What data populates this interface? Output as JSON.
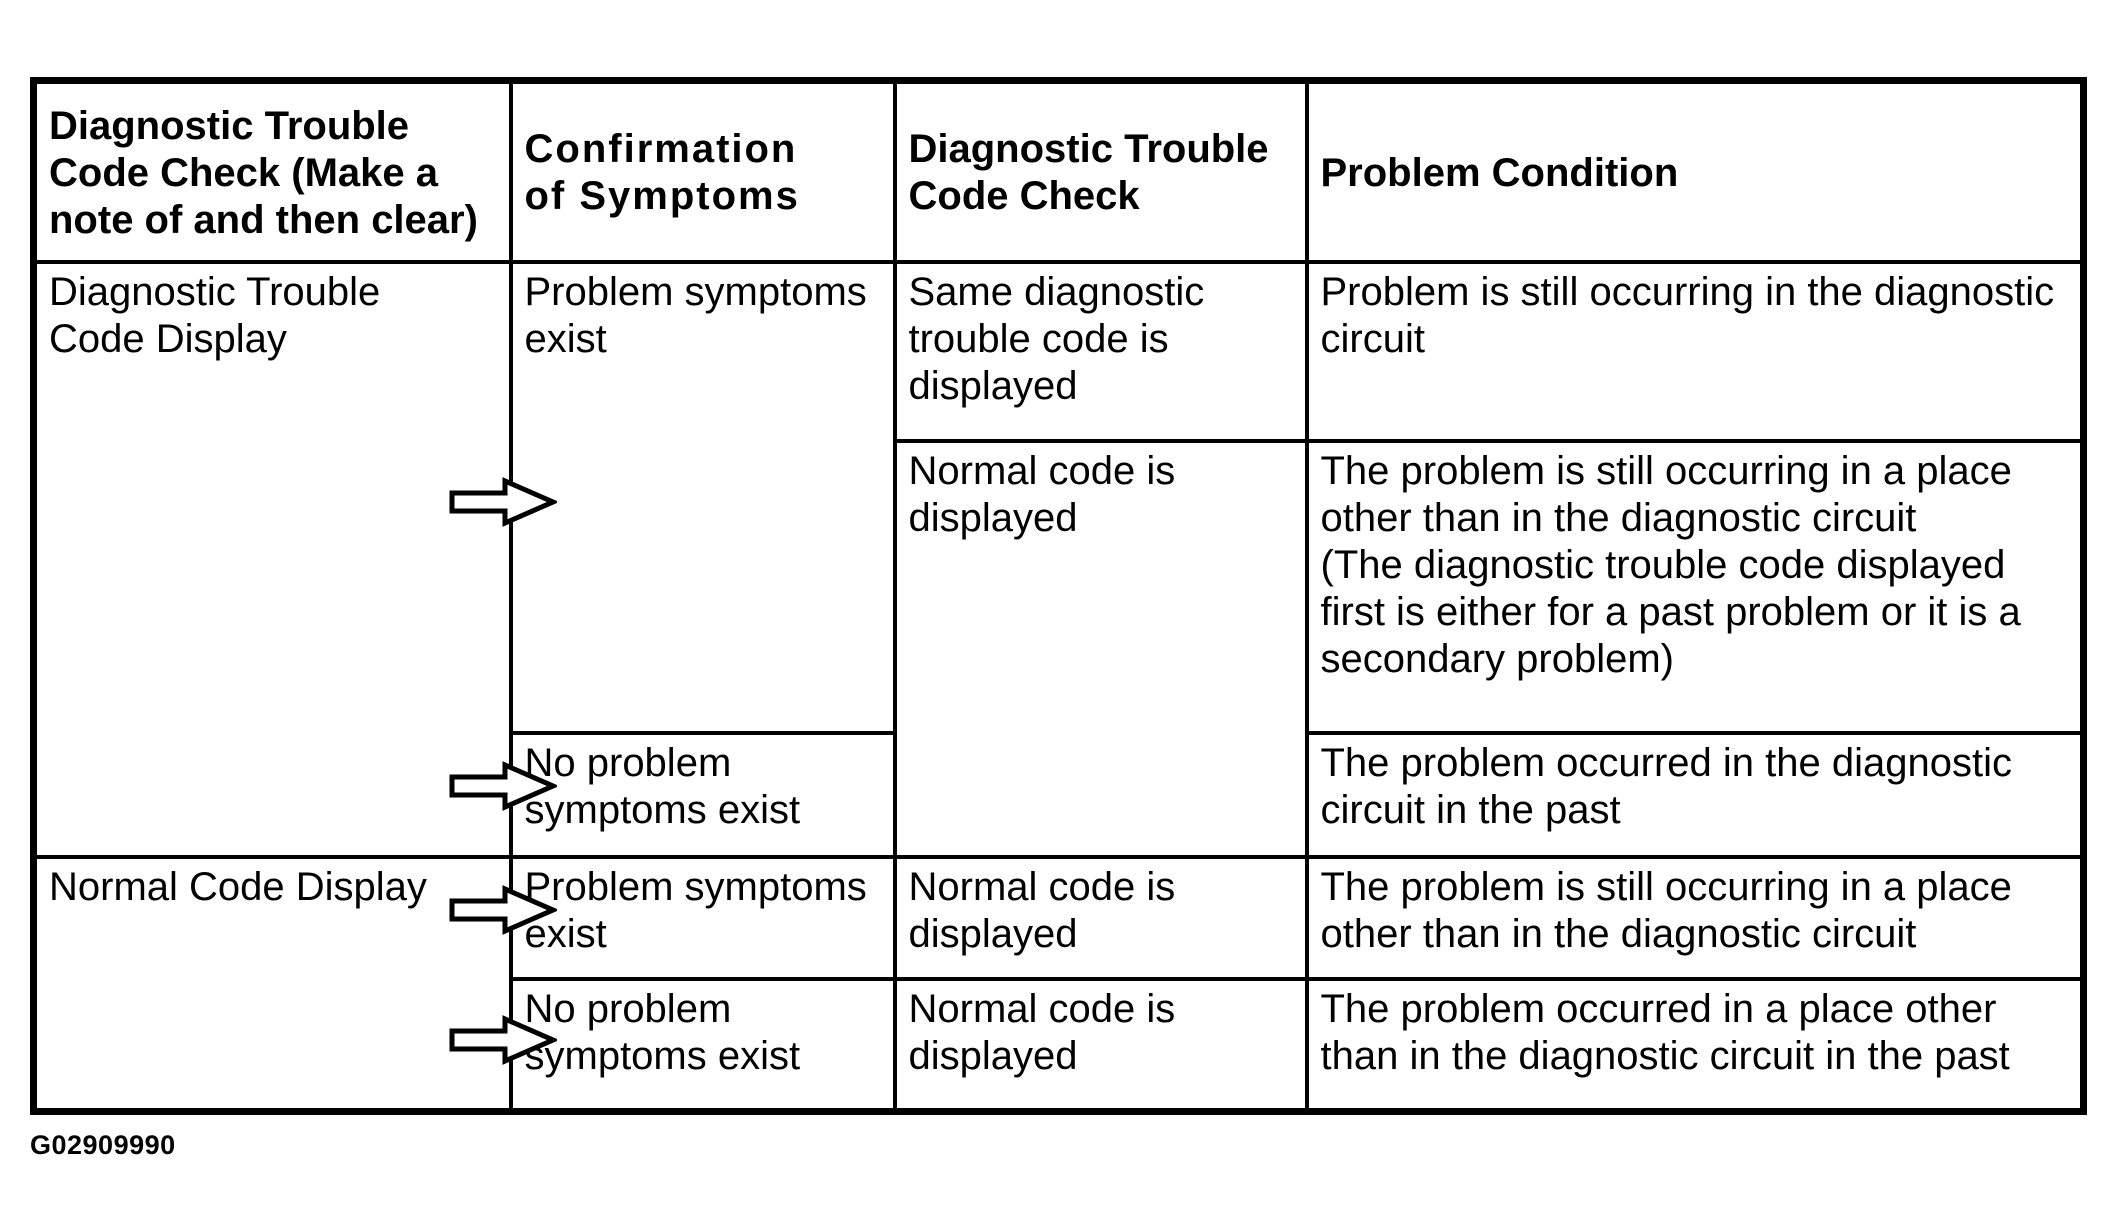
{
  "figure": {
    "id_label": "G02909990"
  },
  "icons": {
    "flow_arrow": "right-block-arrow"
  },
  "colors": {
    "background": "#ffffff",
    "text": "#000000",
    "table_border": "#000000",
    "arrow_fill": "#ffffff",
    "arrow_outline": "#000000"
  },
  "table": {
    "headers": [
      {
        "label": "Diagnostic Trouble\nCode Check (Make a\nnote of and then clear)"
      },
      {
        "label": "Confirmation\nof Symptoms"
      },
      {
        "label": "Diagnostic Trouble\nCode Check"
      },
      {
        "label": "Problem Condition"
      }
    ],
    "rows": [
      {
        "cells": [
          {
            "text": "Diagnostic Trouble\nCode Display"
          },
          {
            "text": "Problem symptoms exist"
          },
          {
            "text": "Same diagnostic trouble code is displayed"
          },
          {
            "text": "Problem is still occurring in the diagnostic circuit"
          }
        ]
      },
      {
        "cells": [
          {
            "text": "Normal code is displayed"
          },
          {
            "text": "The problem is still occurring in a place other than in the diagnostic circuit\n(The diagnostic trouble code displayed first is either for a past problem or it is a secondary problem)"
          }
        ]
      },
      {
        "cells": [
          {
            "text": "No problem symptoms exist"
          },
          {
            "text": "The problem occurred in the diagnostic circuit in the past"
          }
        ]
      },
      {
        "cells": [
          {
            "text": "Normal Code Display"
          },
          {
            "text": "Problem symptoms exist"
          },
          {
            "text": "Normal code is displayed"
          },
          {
            "text": "The problem is still occurring in a place other than in the diagnostic circuit"
          }
        ]
      },
      {
        "cells": [
          {
            "text": "No problem symptoms exist"
          },
          {
            "text": "Normal code is displayed"
          },
          {
            "text": "The problem occurred in a place other than in the diagnostic circuit in the past"
          }
        ]
      }
    ]
  }
}
